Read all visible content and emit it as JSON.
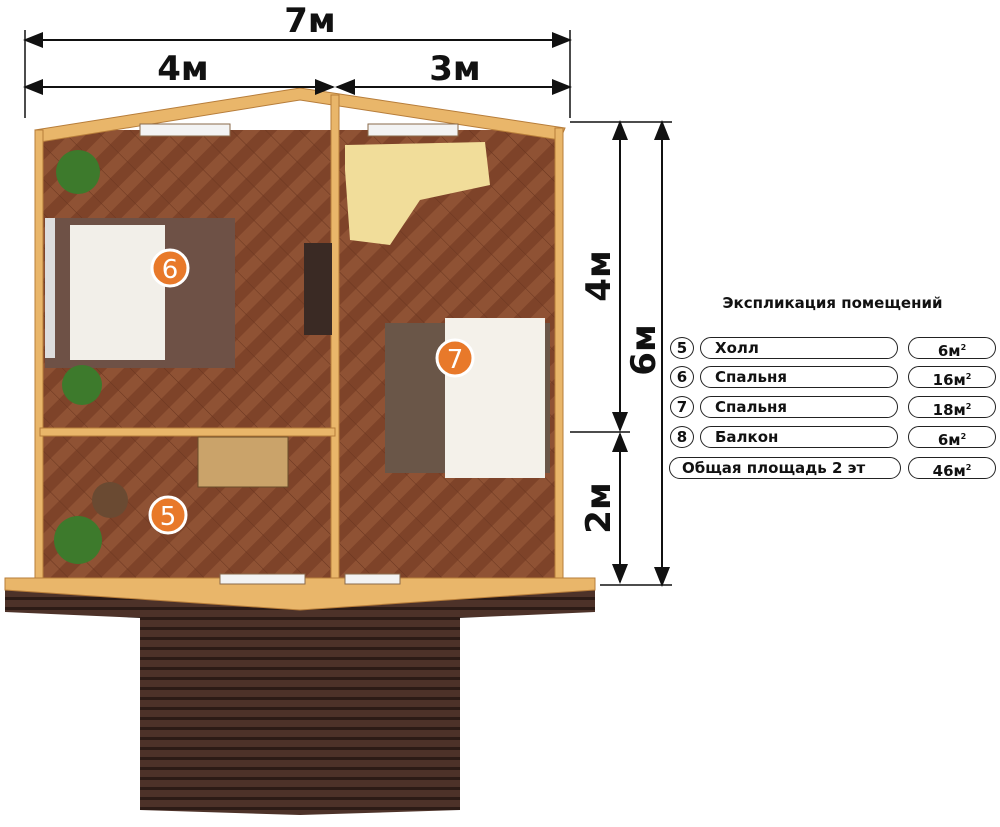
{
  "dimensions": {
    "total_width": "7м",
    "left_width": "4м",
    "right_width": "3м",
    "upper_height": "4м",
    "lower_height": "2м",
    "total_height": "6м"
  },
  "rooms": [
    {
      "number": "6"
    },
    {
      "number": "7"
    },
    {
      "number": "5"
    }
  ],
  "legend": {
    "title": "Экспликация помещений",
    "rows": [
      {
        "number": "5",
        "name": "Холл",
        "area": "6м",
        "unit_sup": "2"
      },
      {
        "number": "6",
        "name": "Спальня",
        "area": "16м",
        "unit_sup": "2"
      },
      {
        "number": "7",
        "name": "Спальня",
        "area": "18м",
        "unit_sup": "2"
      },
      {
        "number": "8",
        "name": "Балкон",
        "area": "6м",
        "unit_sup": "2"
      }
    ],
    "total": {
      "name": "Общая площадь 2 эт",
      "area": "46м",
      "unit_sup": "2"
    }
  },
  "colors": {
    "marker": "#e8792a",
    "floor": "#8a4a2e",
    "wall": "#e9b66a",
    "plank": "#4a3028"
  }
}
